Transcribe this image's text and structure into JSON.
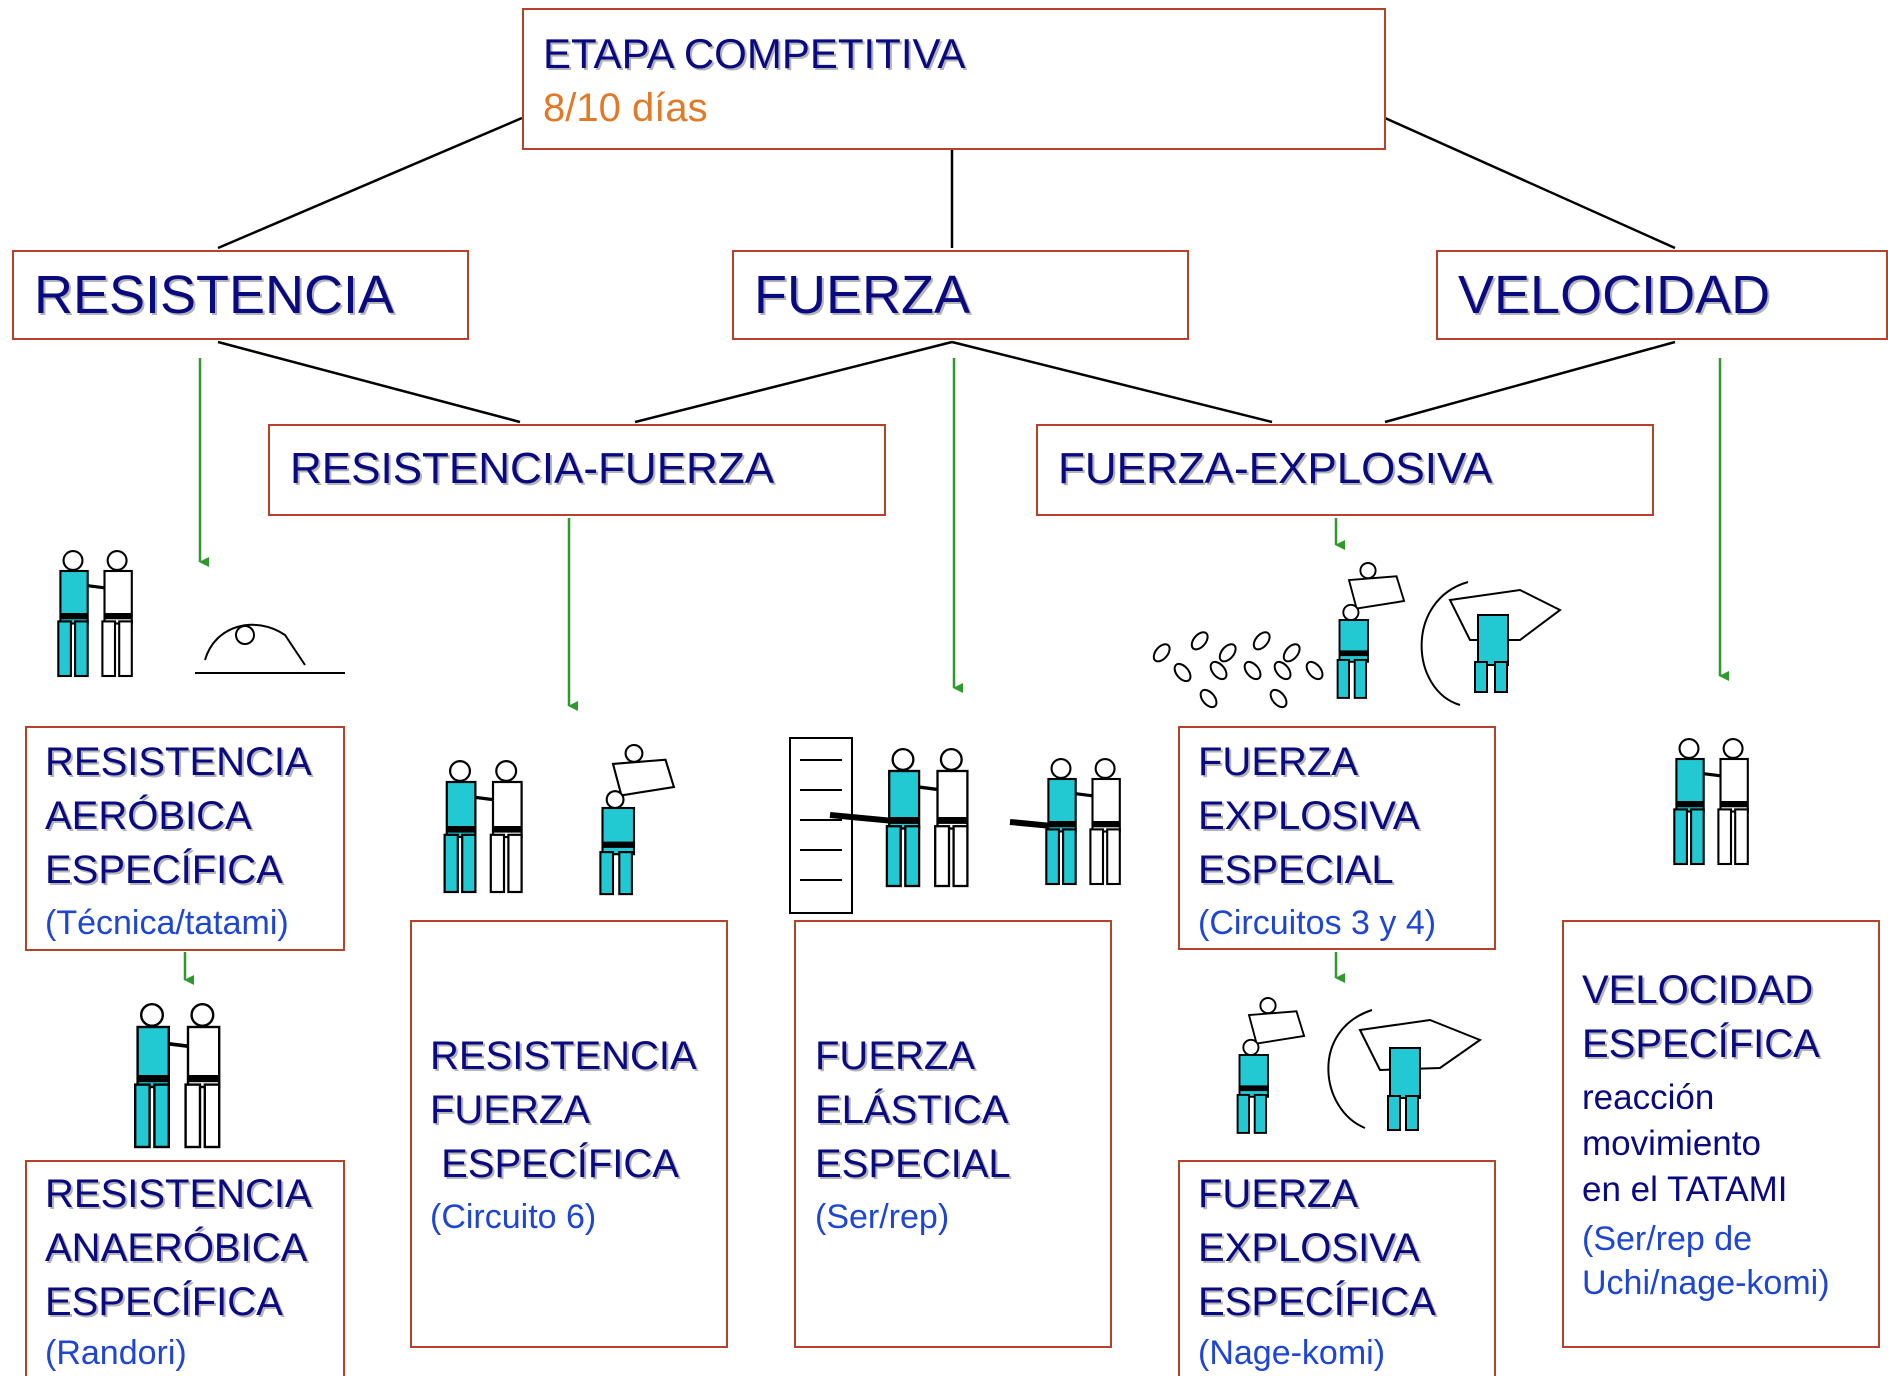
{
  "top": {
    "title": "ETAPA COMPETITIVA",
    "subtitle": "8/10 días"
  },
  "categories": {
    "resistencia": "RESISTENCIA",
    "fuerza": "FUERZA",
    "velocidad": "VELOCIDAD"
  },
  "combined": {
    "resistencia_fuerza": "RESISTENCIA-FUERZA",
    "fuerza_explosiva": "FUERZA-EXPLOSIVA"
  },
  "leaves": {
    "res_aerobica": {
      "lines": [
        "RESISTENCIA",
        "AERÓBICA",
        "ESPECÍFICA"
      ],
      "note": "(Técnica/tatami)"
    },
    "res_anaerobica": {
      "lines": [
        "RESISTENCIA",
        "ANAERÓBICA",
        "ESPECÍFICA"
      ],
      "note": "(Randori)"
    },
    "res_fuerza_esp": {
      "lines": [
        "RESISTENCIA",
        "FUERZA",
        " ESPECÍFICA"
      ],
      "note": "(Circuito 6)"
    },
    "fuerza_elastica": {
      "lines": [
        "FUERZA",
        "ELÁSTICA",
        "ESPECIAL"
      ],
      "note": "(Ser/rep)"
    },
    "fuerza_exp_especial": {
      "lines": [
        "FUERZA",
        "EXPLOSIVA",
        "ESPECIAL"
      ],
      "note": "(Circuitos 3 y 4)"
    },
    "fuerza_exp_especifica": {
      "lines": [
        "FUERZA",
        "EXPLOSIVA",
        "ESPECÍFICA"
      ],
      "note": "(Nage-komi)"
    },
    "velocidad_esp": {
      "lines": [
        "VELOCIDAD",
        "ESPECÍFICA"
      ],
      "detail": [
        "reacción",
        "movimiento",
        "en el TATAMI"
      ],
      "notes": [
        "(Ser/rep de",
        "Uchi/nage-komi)"
      ]
    }
  },
  "colors": {
    "box_border": "#b5432a",
    "text": "#0a0a80",
    "note": "#1e46d2",
    "subtitle": "#e07a28",
    "arrow": "#2e9a2e",
    "connector": "#000000",
    "judogi_blue": "#22c8d2"
  },
  "icons": [
    "judo-grip-figure",
    "judo-throw-figure",
    "footprints-figure",
    "elastic-band-wall-figure"
  ]
}
